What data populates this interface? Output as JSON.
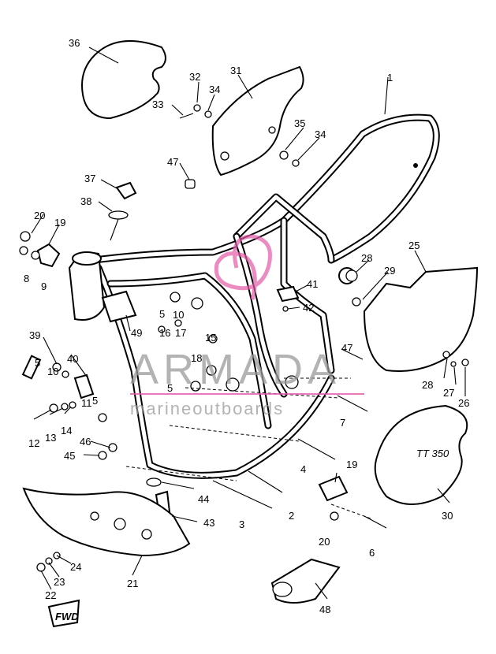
{
  "watermark": {
    "brand": "ARMADA",
    "tagline": "marineoutboards"
  },
  "stamp_text": "FWD",
  "cover_text": "TT 350",
  "callouts": [
    {
      "n": "1"
    },
    {
      "n": "2"
    },
    {
      "n": "3"
    },
    {
      "n": "4"
    },
    {
      "n": "5"
    },
    {
      "n": "5"
    },
    {
      "n": "5"
    },
    {
      "n": "5"
    },
    {
      "n": "6"
    },
    {
      "n": "7"
    },
    {
      "n": "8"
    },
    {
      "n": "9"
    },
    {
      "n": "10"
    },
    {
      "n": "10"
    },
    {
      "n": "11"
    },
    {
      "n": "12"
    },
    {
      "n": "13"
    },
    {
      "n": "14"
    },
    {
      "n": "15"
    },
    {
      "n": "16"
    },
    {
      "n": "17"
    },
    {
      "n": "18"
    },
    {
      "n": "19"
    },
    {
      "n": "19"
    },
    {
      "n": "20"
    },
    {
      "n": "20"
    },
    {
      "n": "21"
    },
    {
      "n": "22"
    },
    {
      "n": "23"
    },
    {
      "n": "24"
    },
    {
      "n": "25"
    },
    {
      "n": "26"
    },
    {
      "n": "27"
    },
    {
      "n": "28"
    },
    {
      "n": "28"
    },
    {
      "n": "29"
    },
    {
      "n": "30"
    },
    {
      "n": "31"
    },
    {
      "n": "32"
    },
    {
      "n": "33"
    },
    {
      "n": "34"
    },
    {
      "n": "34"
    },
    {
      "n": "35"
    },
    {
      "n": "36"
    },
    {
      "n": "37"
    },
    {
      "n": "38"
    },
    {
      "n": "39"
    },
    {
      "n": "40"
    },
    {
      "n": "41"
    },
    {
      "n": "42"
    },
    {
      "n": "43"
    },
    {
      "n": "44"
    },
    {
      "n": "45"
    },
    {
      "n": "46"
    },
    {
      "n": "47"
    },
    {
      "n": "47"
    },
    {
      "n": "48"
    },
    {
      "n": "49"
    }
  ]
}
